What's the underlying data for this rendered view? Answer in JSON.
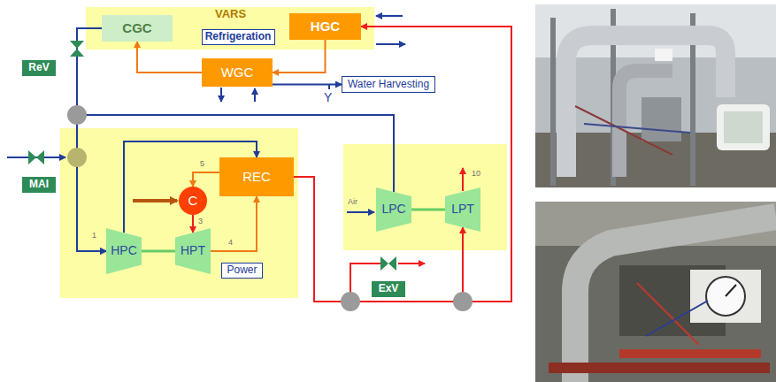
{
  "diagram": {
    "nodes": [
      {
        "text": [
          "VARS"
        ]
      },
      {
        "text": [
          "CGC"
        ],
        "in": 0
      },
      {
        "text": [
          "Refrigeration"
        ],
        "in": 0
      },
      {
        "text": [
          "HGC"
        ],
        "in": 0
      },
      {
        "text": [
          "ReV"
        ]
      },
      {
        "text": [
          "WGC"
        ]
      },
      {
        "text": [
          "Water Harvesting"
        ]
      },
      {
        "text": [
          "MAI"
        ]
      },
      {
        "text": [
          "REC"
        ]
      },
      {
        "text": [
          "C"
        ]
      },
      {
        "text": [
          "HPC"
        ]
      },
      {
        "text": [
          "HPT"
        ]
      },
      {
        "text": [
          "Power"
        ]
      },
      {
        "text": [
          "LPC"
        ]
      },
      {
        "text": [
          "LPT"
        ]
      },
      {
        "text": [
          "ExV"
        ]
      }
    ],
    "edges": [
      {
        "from": 3,
        "to": 5,
        "arrow": "to"
      },
      {
        "from": 5,
        "to": 1,
        "arrow": "to"
      },
      {
        "from": 1,
        "to": 10,
        "arrow": "to"
      },
      {
        "from": 13,
        "to": 10,
        "arrow": "to"
      },
      {
        "from": 10,
        "to": 8,
        "arrow": "to"
      },
      {
        "from": 8,
        "to": 9,
        "arrow": "to"
      },
      {
        "from": 9,
        "to": 11,
        "arrow": "to"
      },
      {
        "from": 11,
        "to": 8,
        "arrow": "to"
      },
      {
        "from": 8,
        "to": 14,
        "arrow": "to"
      },
      {
        "from": 8,
        "to": 3,
        "arrow": "to"
      },
      {
        "from": 10,
        "to": 11,
        "arrow": "none"
      },
      {
        "from": 13,
        "to": 14,
        "arrow": "none"
      },
      {
        "from": 5,
        "to": 6,
        "arrow": "to"
      }
    ],
    "labels": [
      "Y",
      "1",
      "3",
      "4",
      "5",
      "10",
      "Air"
    ]
  }
}
